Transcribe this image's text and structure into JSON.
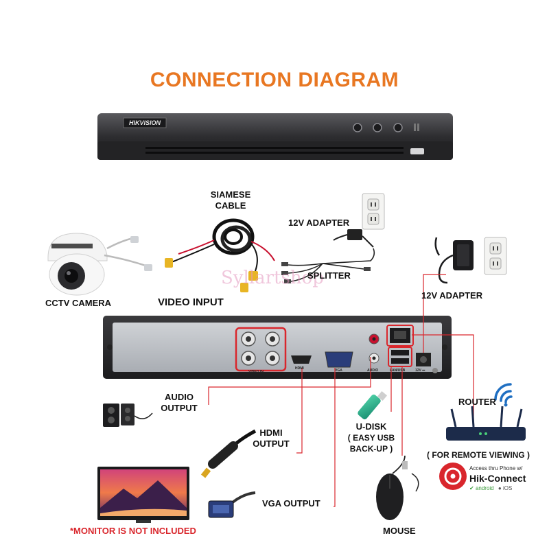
{
  "title": "CONNECTION DIAGRAM",
  "brand": "HIKVISION",
  "watermark": "Syllartshop",
  "labels": {
    "siamese_cable": [
      "SIAMESE",
      "CABLE"
    ],
    "adapter_top": "12V ADAPTER",
    "splitter": "SPLITTER",
    "cctv_camera": "CCTV CAMERA",
    "video_input": "VIDEO INPUT",
    "adapter_right": "12V ADAPTER",
    "audio_output": [
      "AUDIO",
      "OUTPUT"
    ],
    "hdmi_output": [
      "HDMI",
      "OUTPUT"
    ],
    "vga_output": "VGA OUTPUT",
    "udisk": [
      "U-DISK",
      "( EASY USB",
      "BACK-UP )"
    ],
    "router": "ROUTER",
    "remote": "( FOR REMOTE VIEWING )",
    "mouse": "MOUSE",
    "monitor_note": "*MONITOR  IS NOT INCLUDED"
  },
  "panel": {
    "video_in": "VIDEO IN",
    "hdmi": "HDMI",
    "vga": "VGA",
    "audio": "AUDIO",
    "lan_usb": "LAN/USB",
    "power": "12V ⎓"
  },
  "hik": {
    "access": "Access thru Phone w/",
    "name": "Hik-Connect",
    "android": "android",
    "ios": "iOS"
  },
  "colors": {
    "title": "#e87722",
    "highlight": "#d9262c",
    "wire": "#d9262c",
    "wifi": "#1f6fc2"
  }
}
